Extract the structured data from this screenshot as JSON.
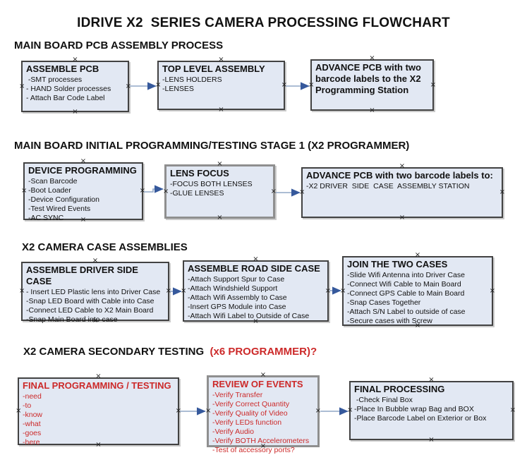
{
  "title": "IDRIVE X2  SERIES CAMERA PROCESSING FLOWCHART",
  "colors": {
    "box_fill": "#e2e8f3",
    "box_border": "#424242",
    "box_border_thick": "#8f8f8f",
    "red": "#cc2929",
    "arrow_line": "#91a7c6",
    "arrow_head": "#36599c"
  },
  "sections": [
    {
      "heading": "MAIN BOARD PCB ASSEMBLY PROCESS"
    },
    {
      "heading": "MAIN BOARD INITIAL PROGRAMMING/TESTING STAGE 1 (X2 PROGRAMMER)"
    },
    {
      "heading": "X2 CAMERA CASE ASSEMBLIES"
    },
    {
      "heading_black": "X2 CAMERA SECONDARY TESTING",
      "heading_red": "  (x6 PROGRAMMER)?"
    }
  ],
  "boxes": {
    "assemble_pcb": {
      "title": "ASSEMBLE PCB",
      "items": [
        " -SMT processes",
        "- HAND Solder processes",
        "- Attach Bar Code Label"
      ]
    },
    "top_level_assembly": {
      "title": "TOP LEVEL ASSEMBLY",
      "items": [
        "-LENS HOLDERS",
        "-LENSES"
      ]
    },
    "advance_pcb_station": {
      "title": "ADVANCE PCB with two barcode labels to the  X2 Programming Station",
      "items": []
    },
    "device_programming": {
      "title": "DEVICE PROGRAMMING",
      "items": [
        "-Scan Barcode",
        "-Boot Loader",
        "-Device Configuration",
        "-Test Wired Events",
        "-AC SYNC"
      ]
    },
    "lens_focus": {
      "title": "LENS FOCUS",
      "items": [
        "-FOCUS BOTH LENSES",
        "-GLUE LENSES"
      ]
    },
    "advance_pcb_case": {
      "title": "ADVANCE PCB with two barcode labels to:",
      "items": [
        "-X2 DRIVER  SIDE  CASE  ASSEMBLY STATION"
      ]
    },
    "assemble_driver_side": {
      "title": "ASSEMBLE DRIVER SIDE CASE",
      "items": [
        "- Insert LED Plastic lens into Driver Case",
        "-Snap LED Board with Cable into Case",
        "-Connect LED Cable to X2 Main Board",
        "-Snap Main Board into case"
      ]
    },
    "assemble_road_side": {
      "title": "ASSEMBLE ROAD SIDE CASE",
      "items": [
        "-Attach Support Spur to Case",
        "-Attach Windshield Support",
        "-Attach Wifi Assembly to Case",
        "-Insert GPS Module into Case",
        "-Attach Wifi Label to Outside of Case"
      ]
    },
    "join_two_cases": {
      "title": "JOIN THE TWO CASES",
      "items": [
        "-Slide Wifi Antenna into Driver Case",
        "-Connect Wifi Cable to Main Board",
        "-Connect GPS Cable to Main Board",
        "-Snap Cases Together",
        "-Attach S/N Label to outside of case",
        "-Secure cases with Screw"
      ]
    },
    "final_programming": {
      "title": "FINAL PROGRAMMING / TESTING",
      "items": [
        "-need",
        "-to",
        "-know",
        "-what",
        "-goes",
        "-here"
      ]
    },
    "review_of_events": {
      "title": "REVIEW OF EVENTS",
      "items": [
        "-Verify Transfer",
        "-Verify Correct Quantity",
        "-Verify Quality of Video",
        "-Verify LEDs function",
        "-Verify Audio",
        "-Verify BOTH Accelerometers",
        "-Test of accessory ports?"
      ]
    },
    "final_processing": {
      "title": "FINAL PROCESSING",
      "items": [
        " -Check Final Box",
        "-Place In Bubble wrap Bag and BOX",
        "-Place Barcode Label on Exterior or Box"
      ]
    }
  }
}
